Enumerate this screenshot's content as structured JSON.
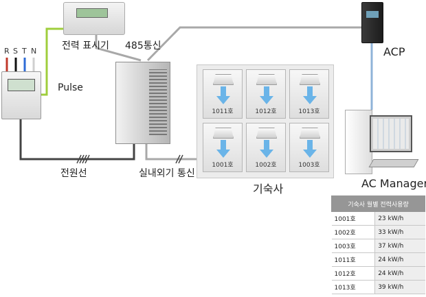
{
  "labels": {
    "power_meter": "전력 표시기",
    "comm_485": "485통신",
    "pulse": "Pulse",
    "acp": "ACP",
    "power_line": "전원선",
    "indoor_outdoor_comm": "실내외기 통신",
    "dormitory": "기숙사",
    "ac_manager": "AC Manager"
  },
  "phases": [
    "R",
    "S",
    "T",
    "N"
  ],
  "phase_colors": [
    "#c0392b",
    "#111111",
    "#2e6bd6",
    "#dddddd"
  ],
  "rooms_top": [
    "1011호",
    "1012호",
    "1013호"
  ],
  "rooms_bottom": [
    "1001호",
    "1002호",
    "1003호"
  ],
  "usage_table": {
    "title": "기숙사 월별 전력사용량",
    "rows": [
      {
        "room": "1001호",
        "usage": "23 kW/h"
      },
      {
        "room": "1002호",
        "usage": "33 kW/h"
      },
      {
        "room": "1003호",
        "usage": "37 kW/h"
      },
      {
        "room": "1011호",
        "usage": "24 kW/h"
      },
      {
        "room": "1012호",
        "usage": "24 kW/h"
      },
      {
        "room": "1013호",
        "usage": "39 kW/h"
      }
    ]
  },
  "colors": {
    "pulse_line": "#9fce3c",
    "comm_line": "#a8a8a8",
    "power_line": "#444444",
    "acp_line": "#8fb3d8",
    "airflow_arrow": "#6ab4e8"
  }
}
